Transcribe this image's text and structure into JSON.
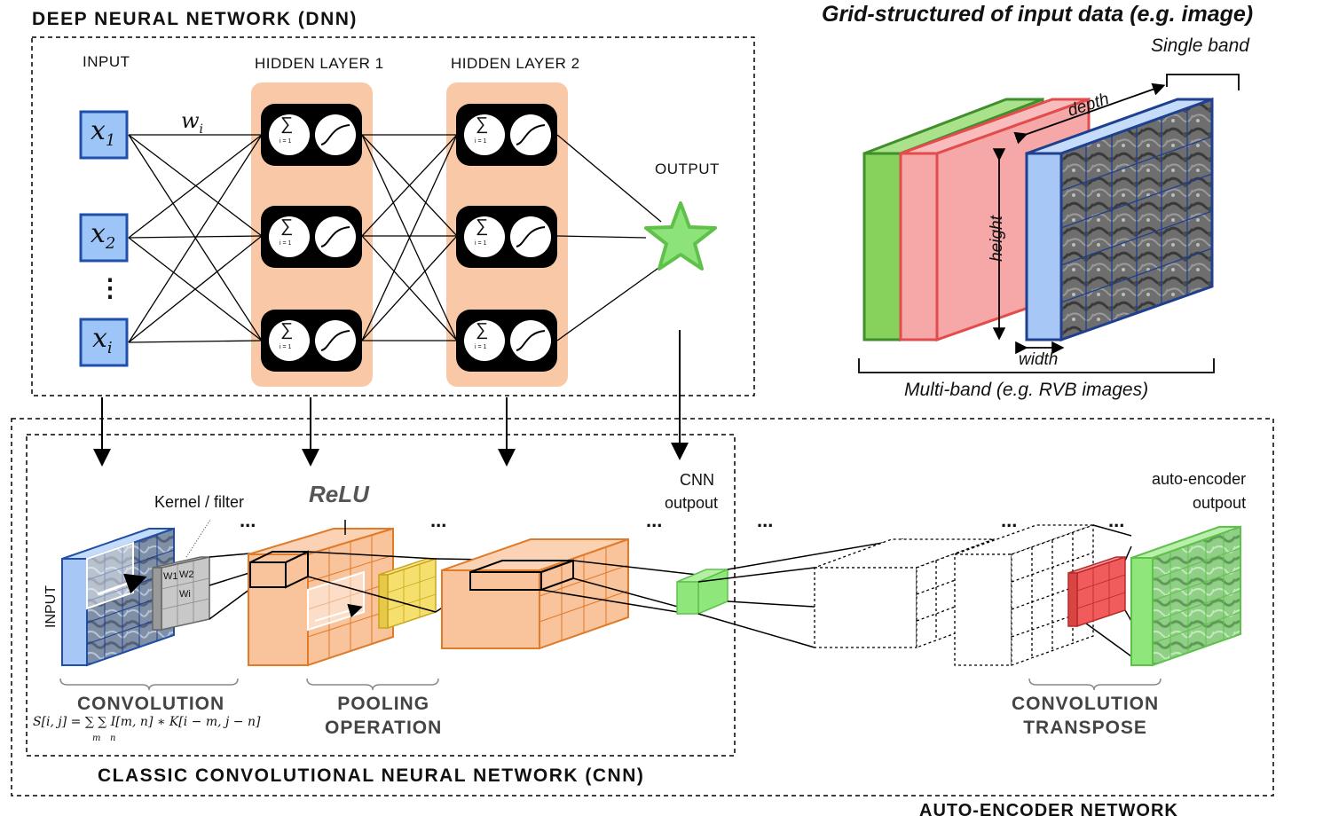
{
  "dnn": {
    "title": "DEEP NEURAL NETWORK (DNN)",
    "input_label": "INPUT",
    "hidden1_label": "HIDDEN LAYER 1",
    "hidden2_label": "HIDDEN LAYER 2",
    "output_label": "OUTPUT",
    "inputs": [
      {
        "base": "x",
        "sub": "1"
      },
      {
        "base": "x",
        "sub": "2"
      },
      {
        "base": "x",
        "sub": "i"
      }
    ],
    "weight": {
      "base": "w",
      "sub": "i"
    },
    "ellipsis": "⋮",
    "sum_symbol": "∑",
    "sum_index": "i = 1"
  },
  "grid": {
    "title": "Grid-structured of input data (e.g. image)",
    "single_band": "Single band",
    "depth": "depth",
    "height": "height",
    "width": "width",
    "multi_band": "Multi-band (e.g. RVB images)"
  },
  "cnn": {
    "title": "CLASSIC CONVOLUTIONAL NEURAL NETWORK (CNN)",
    "input_label": "INPUT",
    "kernel_label": "Kernel / filter",
    "relu_label": "ReLU",
    "cnn_output": [
      "CNN",
      "outpout"
    ],
    "convolution": "CONVOLUTION",
    "formula": "S[i, j] = ∑ ∑ I[m, n] ∗ K[i − m, j − n]",
    "formula_sub_m": "m",
    "formula_sub_n": "n",
    "pooling": [
      "POOLING",
      "OPERATION"
    ],
    "ellipsis": "...",
    "kernel_w": [
      "W1",
      "W2",
      "Wi"
    ]
  },
  "autoencoder": {
    "title": "AUTO-ENCODER NETWORK",
    "output_label": [
      "auto-encoder",
      "outpout"
    ],
    "transpose": [
      "CONVOLUTION",
      "TRANSPOSE"
    ]
  },
  "colors": {
    "node_blue": "#9ec5f8",
    "node_blue_stroke": "#1f4fa8",
    "hidden_bg": "#f9c9a7",
    "star_fill": "#8ee27a",
    "star_stroke": "#5ec24a",
    "band_green": "#86d25c",
    "band_red": "#f6a7a7",
    "band_blue": "#a7c8f6",
    "orange_block": "#f9c39b",
    "orange_stroke": "#e07b2a",
    "yellow_pool": "#f5e06e",
    "green_code": "#8fe67a",
    "red_kernel": "#f15b5b"
  }
}
